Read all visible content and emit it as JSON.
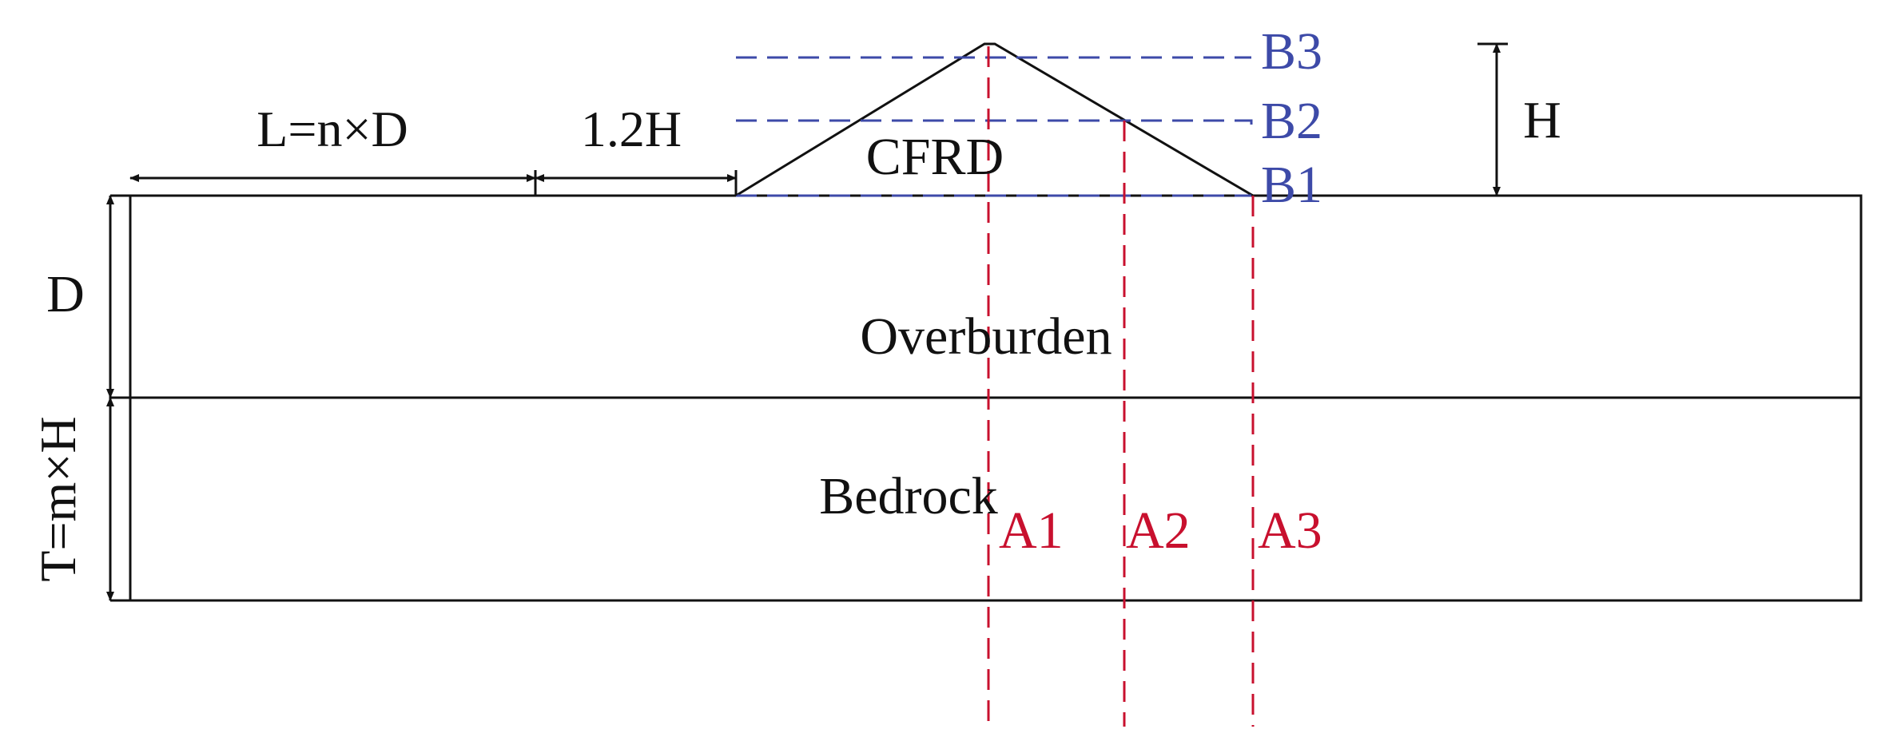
{
  "labels": {
    "L": "L=n×D",
    "gap": "1.2H",
    "cfrd": "CFRD",
    "H": "H",
    "D": "D",
    "T": "T=m×H",
    "overburden": "Overburden",
    "bedrock": "Bedrock"
  },
  "horizontal_lines": [
    "B1",
    "B2",
    "B3"
  ],
  "vertical_lines": [
    "A1",
    "A2",
    "A3"
  ],
  "colors": {
    "outline": "#111111",
    "blue_lines": "#3d4aa8",
    "red_lines": "#c8102e"
  }
}
